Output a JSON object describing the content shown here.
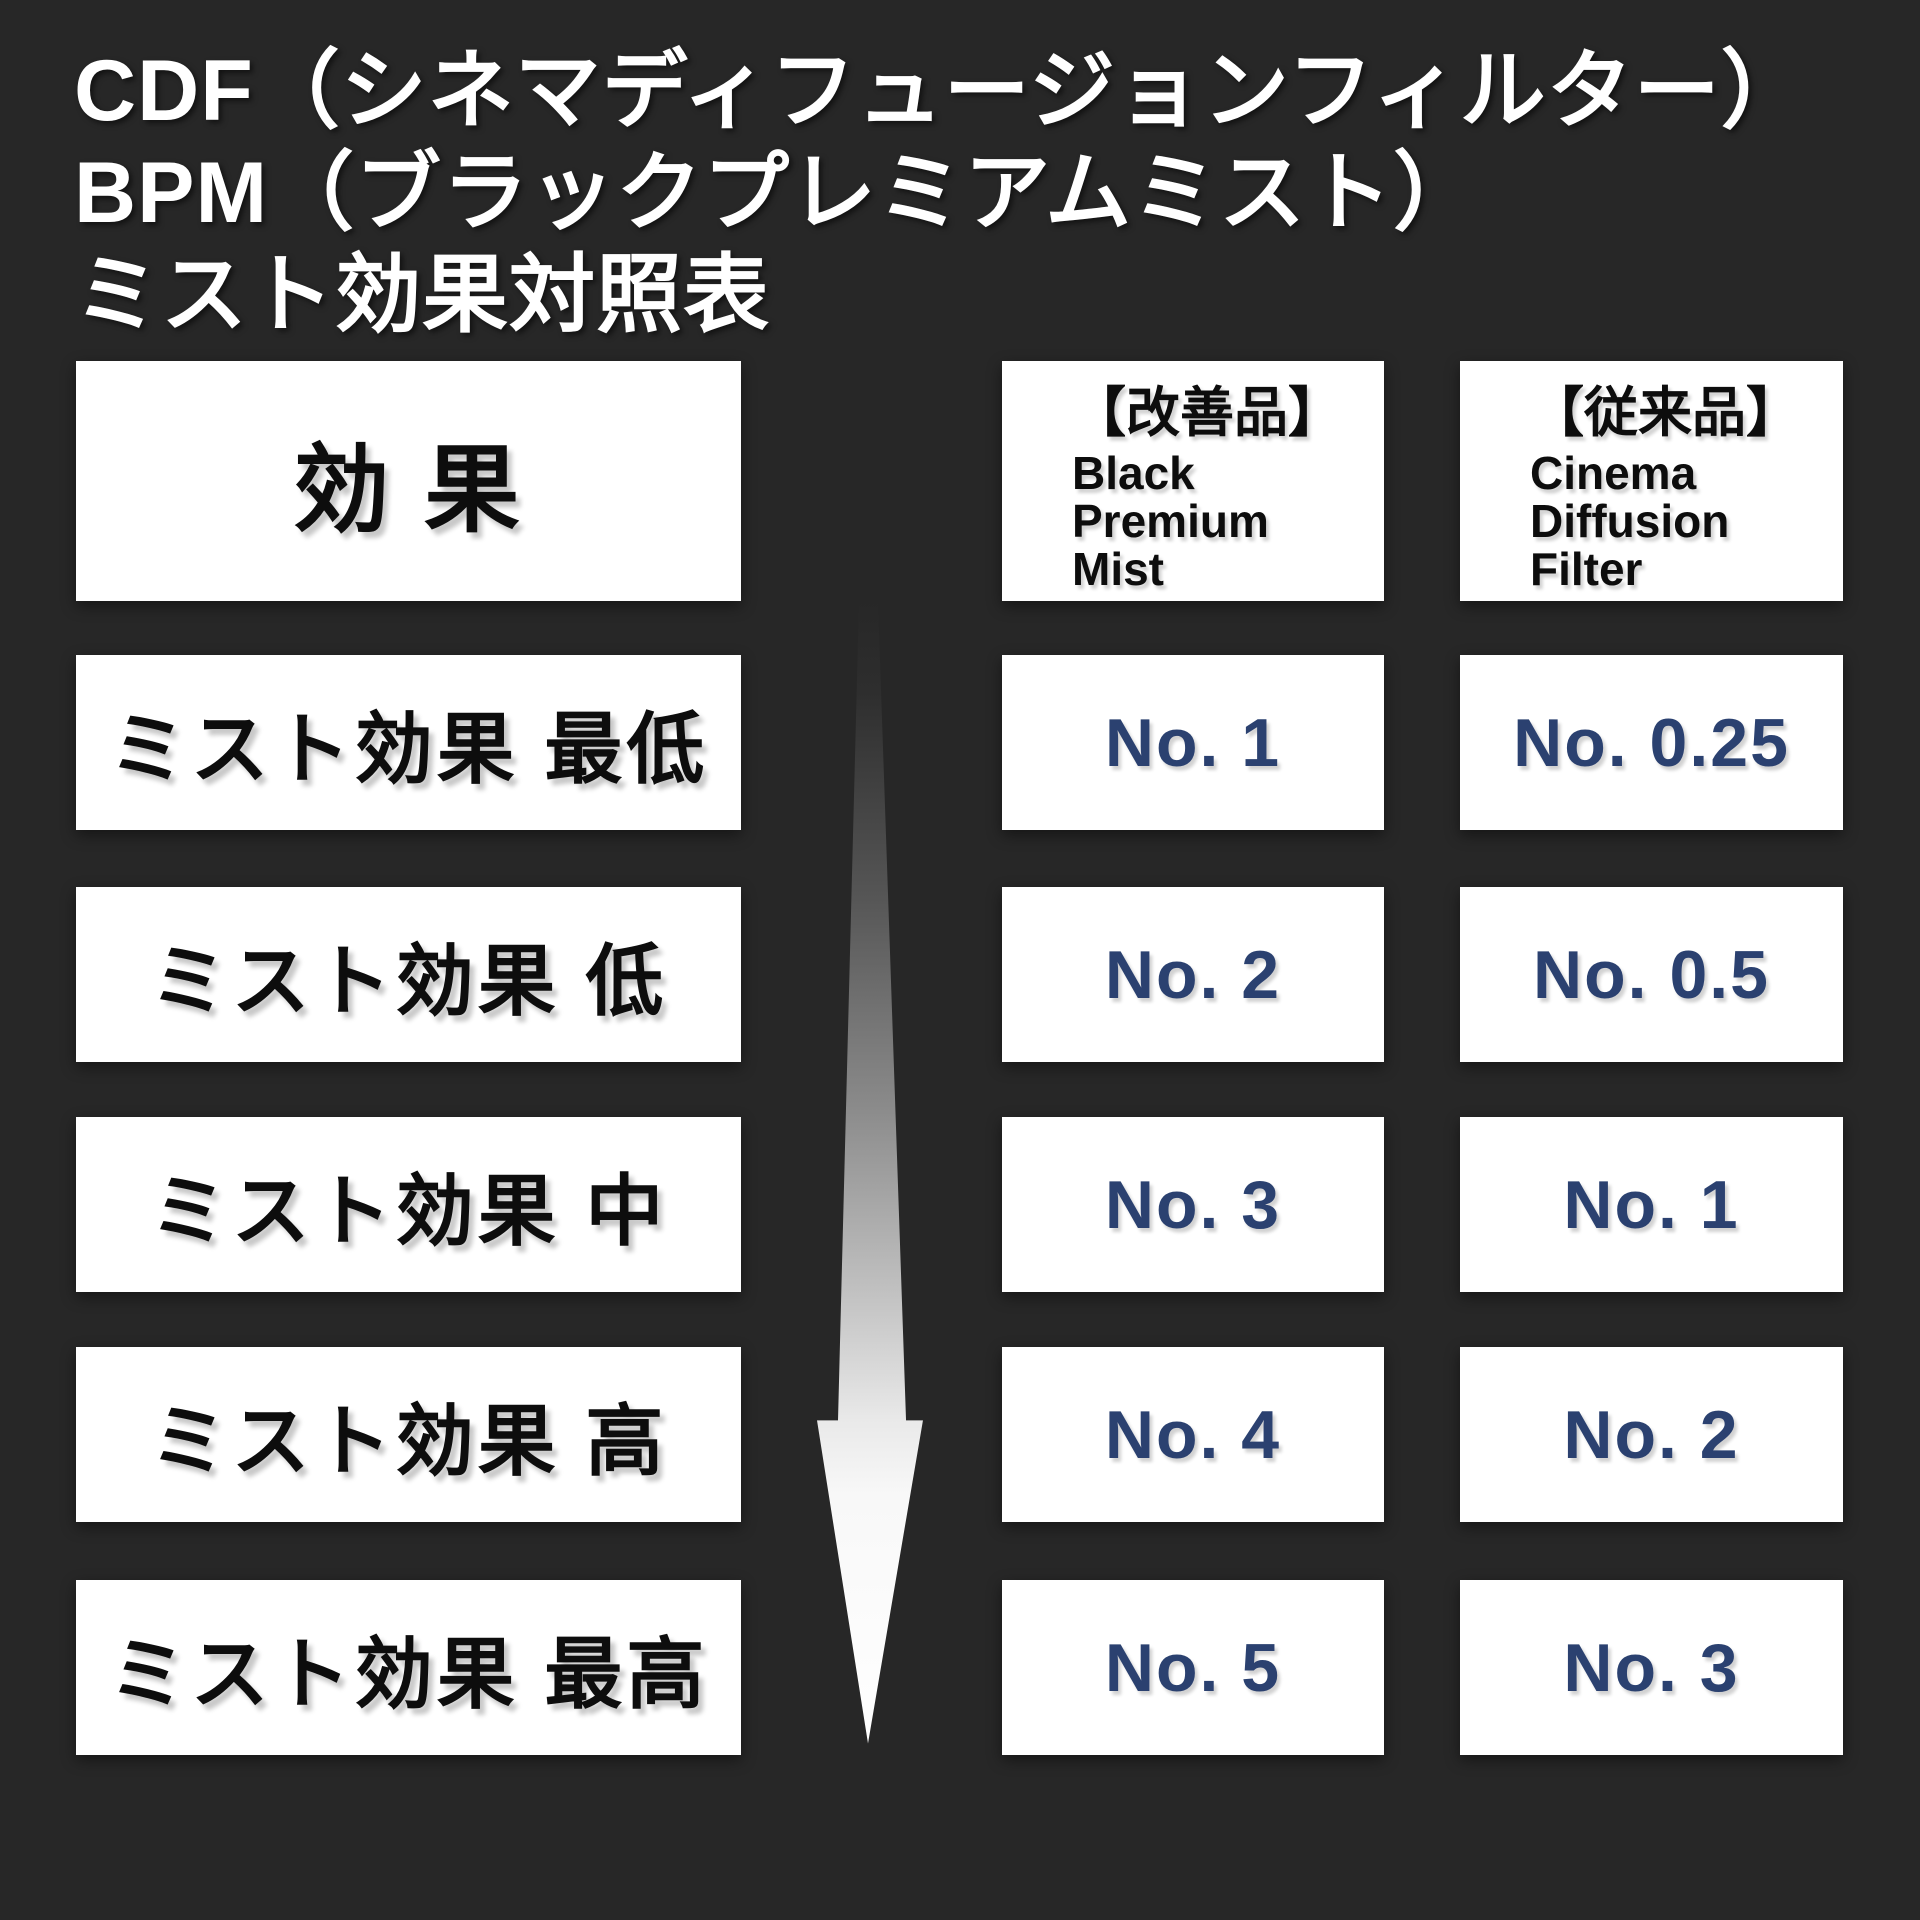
{
  "colors": {
    "background": "#272727",
    "box_fill": "#ffffff",
    "label_text": "#0d0d0d",
    "value_text": "#2b4170",
    "title_text": "#ffffff",
    "arrow_gradient_start": "#272727",
    "arrow_gradient_end": "#ffffff"
  },
  "title": {
    "line1": "CDF（シネマディフュージョンフィルター）",
    "line2": "BPM（ブラックプレミアムミスト）",
    "line3": "ミスト効果対照表"
  },
  "table": {
    "effect_header": "効 果",
    "bpm_column": {
      "tag": "【改善品】",
      "name_line1": "Black",
      "name_line2": "Premium",
      "name_line3": "Mist"
    },
    "cdf_column": {
      "tag": "【従来品】",
      "name_line1": "Cinema",
      "name_line2": "Diffusion",
      "name_line3": "Filter"
    },
    "rows": [
      {
        "label": "ミスト効果 最低",
        "bpm": "No. 1",
        "cdf": "No. 0.25"
      },
      {
        "label": "ミスト効果 低",
        "bpm": "No. 2",
        "cdf": "No. 0.5"
      },
      {
        "label": "ミスト効果 中",
        "bpm": "No. 3",
        "cdf": "No. 1"
      },
      {
        "label": "ミスト効果 高",
        "bpm": "No. 4",
        "cdf": "No. 2"
      },
      {
        "label": "ミスト効果 最高",
        "bpm": "No. 5",
        "cdf": "No. 3"
      }
    ]
  },
  "arrow": {
    "direction": "down",
    "meaning": "mist effect increases downward"
  }
}
